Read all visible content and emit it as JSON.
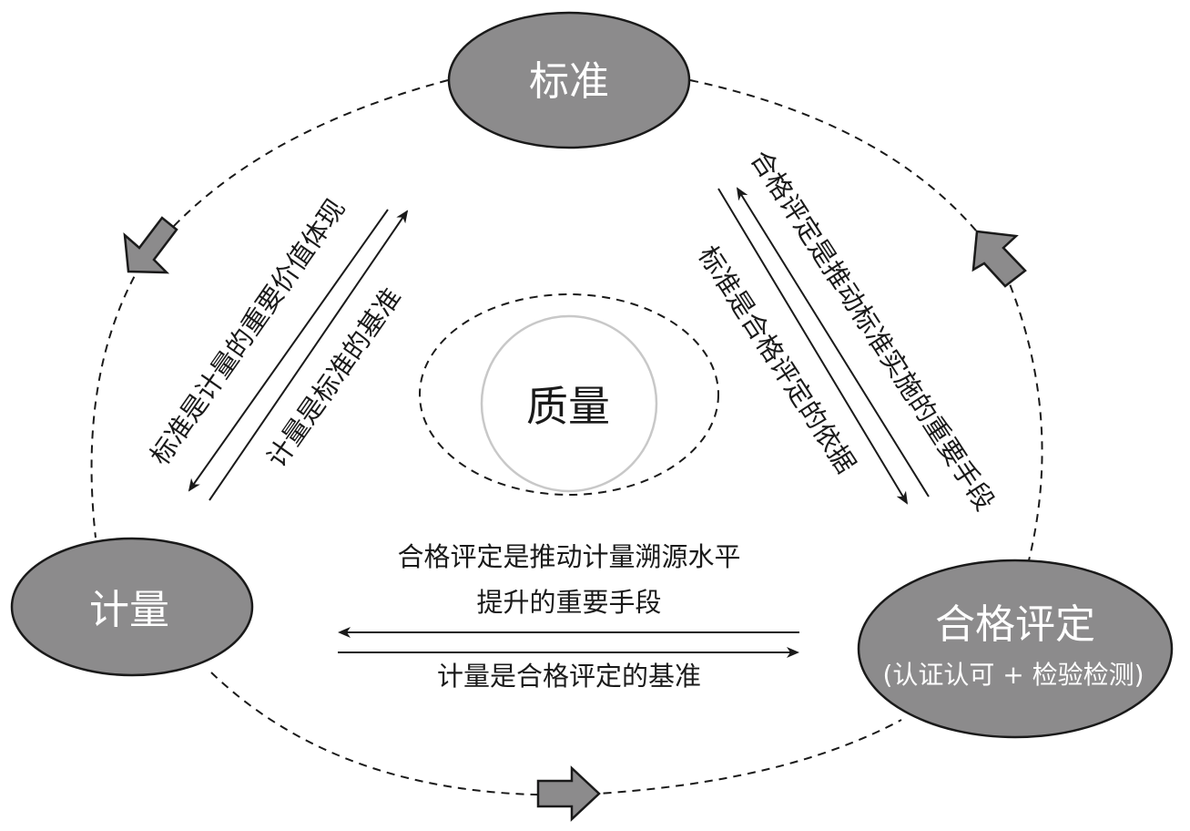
{
  "colors": {
    "node_fill": "#8c8b8c",
    "node_stroke": "#1a1a1a",
    "text_dark": "#1a1a1a",
    "node_text": "#ffffff",
    "quality_circle": "#c8c8c8",
    "block_arrow_fill": "#8c8b8c"
  },
  "nodes": {
    "standard": {
      "label": "标准"
    },
    "metrology": {
      "label": "计量"
    },
    "conformity": {
      "label": "合格评定",
      "sublabel": "(认证认可 + 检验检测)"
    },
    "quality": {
      "label": "质量"
    }
  },
  "relations": {
    "standard_to_metrology": "标准是计量的重要价值体现",
    "metrology_to_standard": "计量是标准的基准",
    "conformity_to_standard": "合格评定是推动标准实施的重要手段",
    "standard_to_conformity": "标准是合格评定的依据",
    "conformity_to_metrology_line1": "合格评定是推动计量溯源水平",
    "conformity_to_metrology_line2": "提升的重要手段",
    "metrology_to_conformity": "计量是合格评定的基准"
  },
  "cycle_direction": "counterclockwise"
}
